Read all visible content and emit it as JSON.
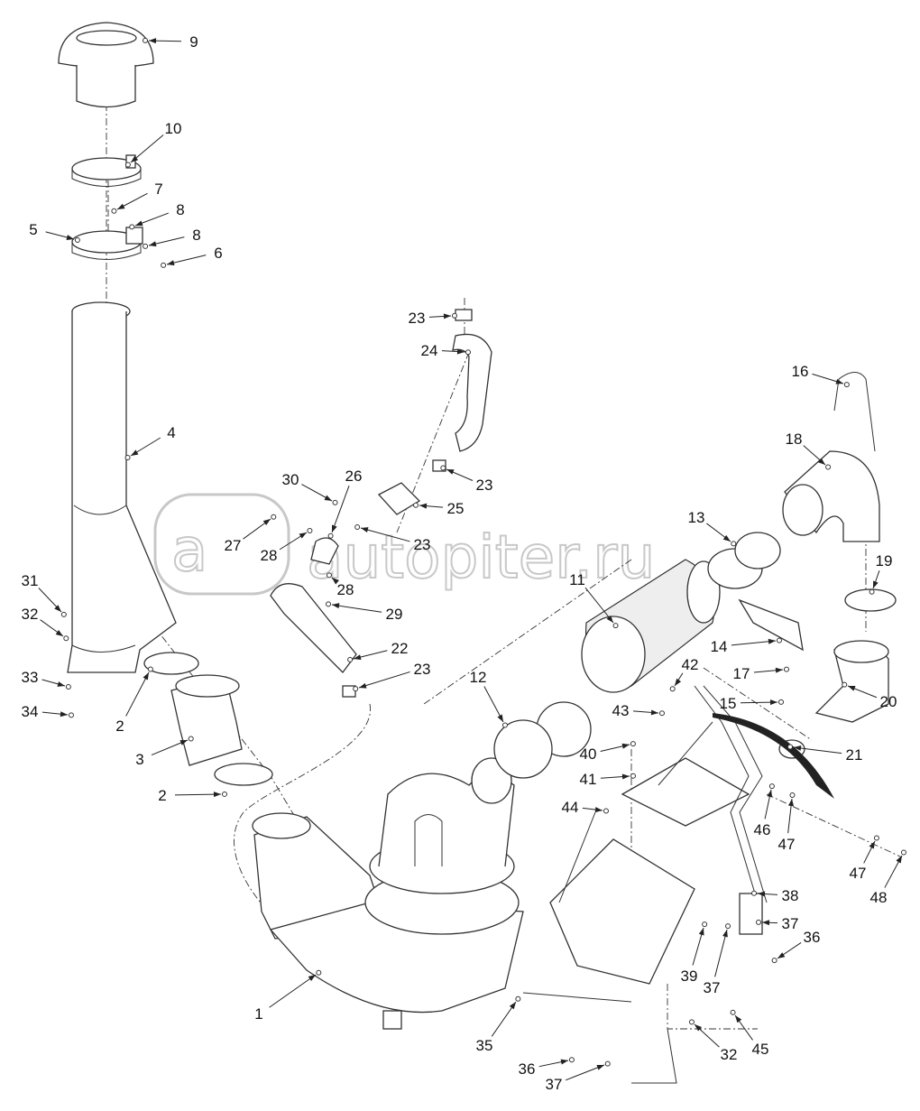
{
  "diagram": {
    "title": "Air intake system exploded parts view",
    "watermark": "autopiter.ru",
    "callouts": [
      "9",
      "10",
      "7",
      "8",
      "8",
      "6",
      "5",
      "4",
      "31",
      "32",
      "33",
      "34",
      "2",
      "3",
      "2",
      "1",
      "23",
      "24",
      "23",
      "25",
      "30",
      "26",
      "27",
      "28",
      "28",
      "29",
      "23",
      "22",
      "23",
      "16",
      "18",
      "13",
      "11",
      "19",
      "14",
      "17",
      "15",
      "20",
      "21",
      "42",
      "43",
      "12",
      "40",
      "41",
      "44",
      "46",
      "47",
      "47",
      "48",
      "38",
      "37",
      "36",
      "39",
      "37",
      "35",
      "36",
      "37",
      "32",
      "45"
    ],
    "colors": {
      "line": "#333333",
      "watermark": "#c8c8c8",
      "background": "#ffffff"
    }
  }
}
